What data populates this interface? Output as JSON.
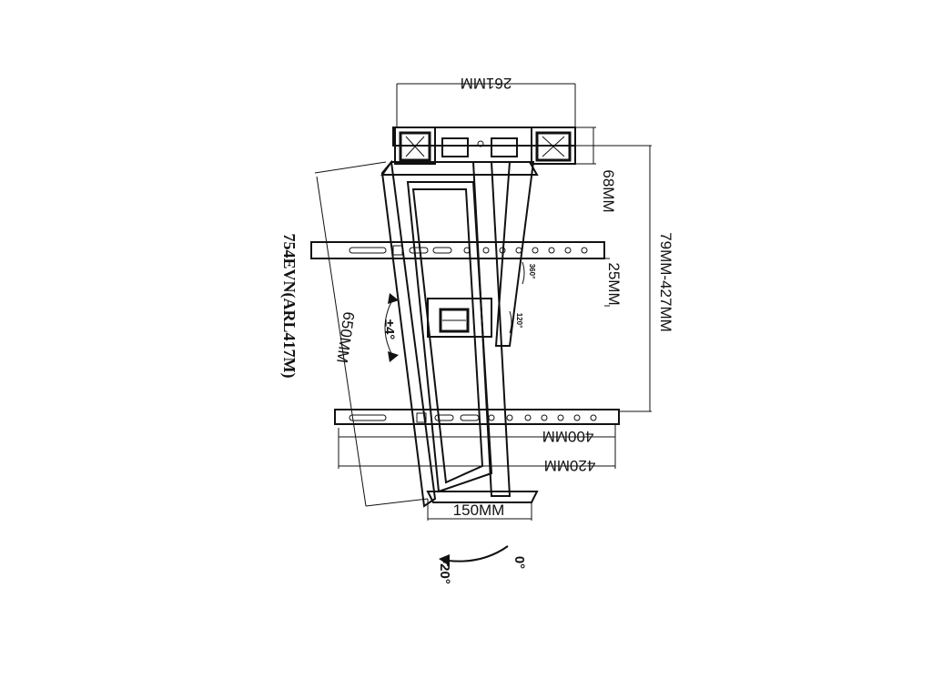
{
  "model": "754EVN(ARL417M)",
  "dimensions": {
    "width_top": "261MM",
    "depth_small": "68MM",
    "extension": "79MM-427MM",
    "rail_gap": "25MM",
    "diagonal": "650MM",
    "vesa_inner": "400MM",
    "vesa_outer": "420MM",
    "bottom_width": "150MM"
  },
  "angles": {
    "level": "±4°",
    "swivel_a": "360°",
    "swivel_b": "120°",
    "tilt_zero": "0°",
    "tilt_max": "-20°"
  },
  "icons": {
    "arrow": "arrow-icon",
    "bracket": "bracket-icon"
  }
}
